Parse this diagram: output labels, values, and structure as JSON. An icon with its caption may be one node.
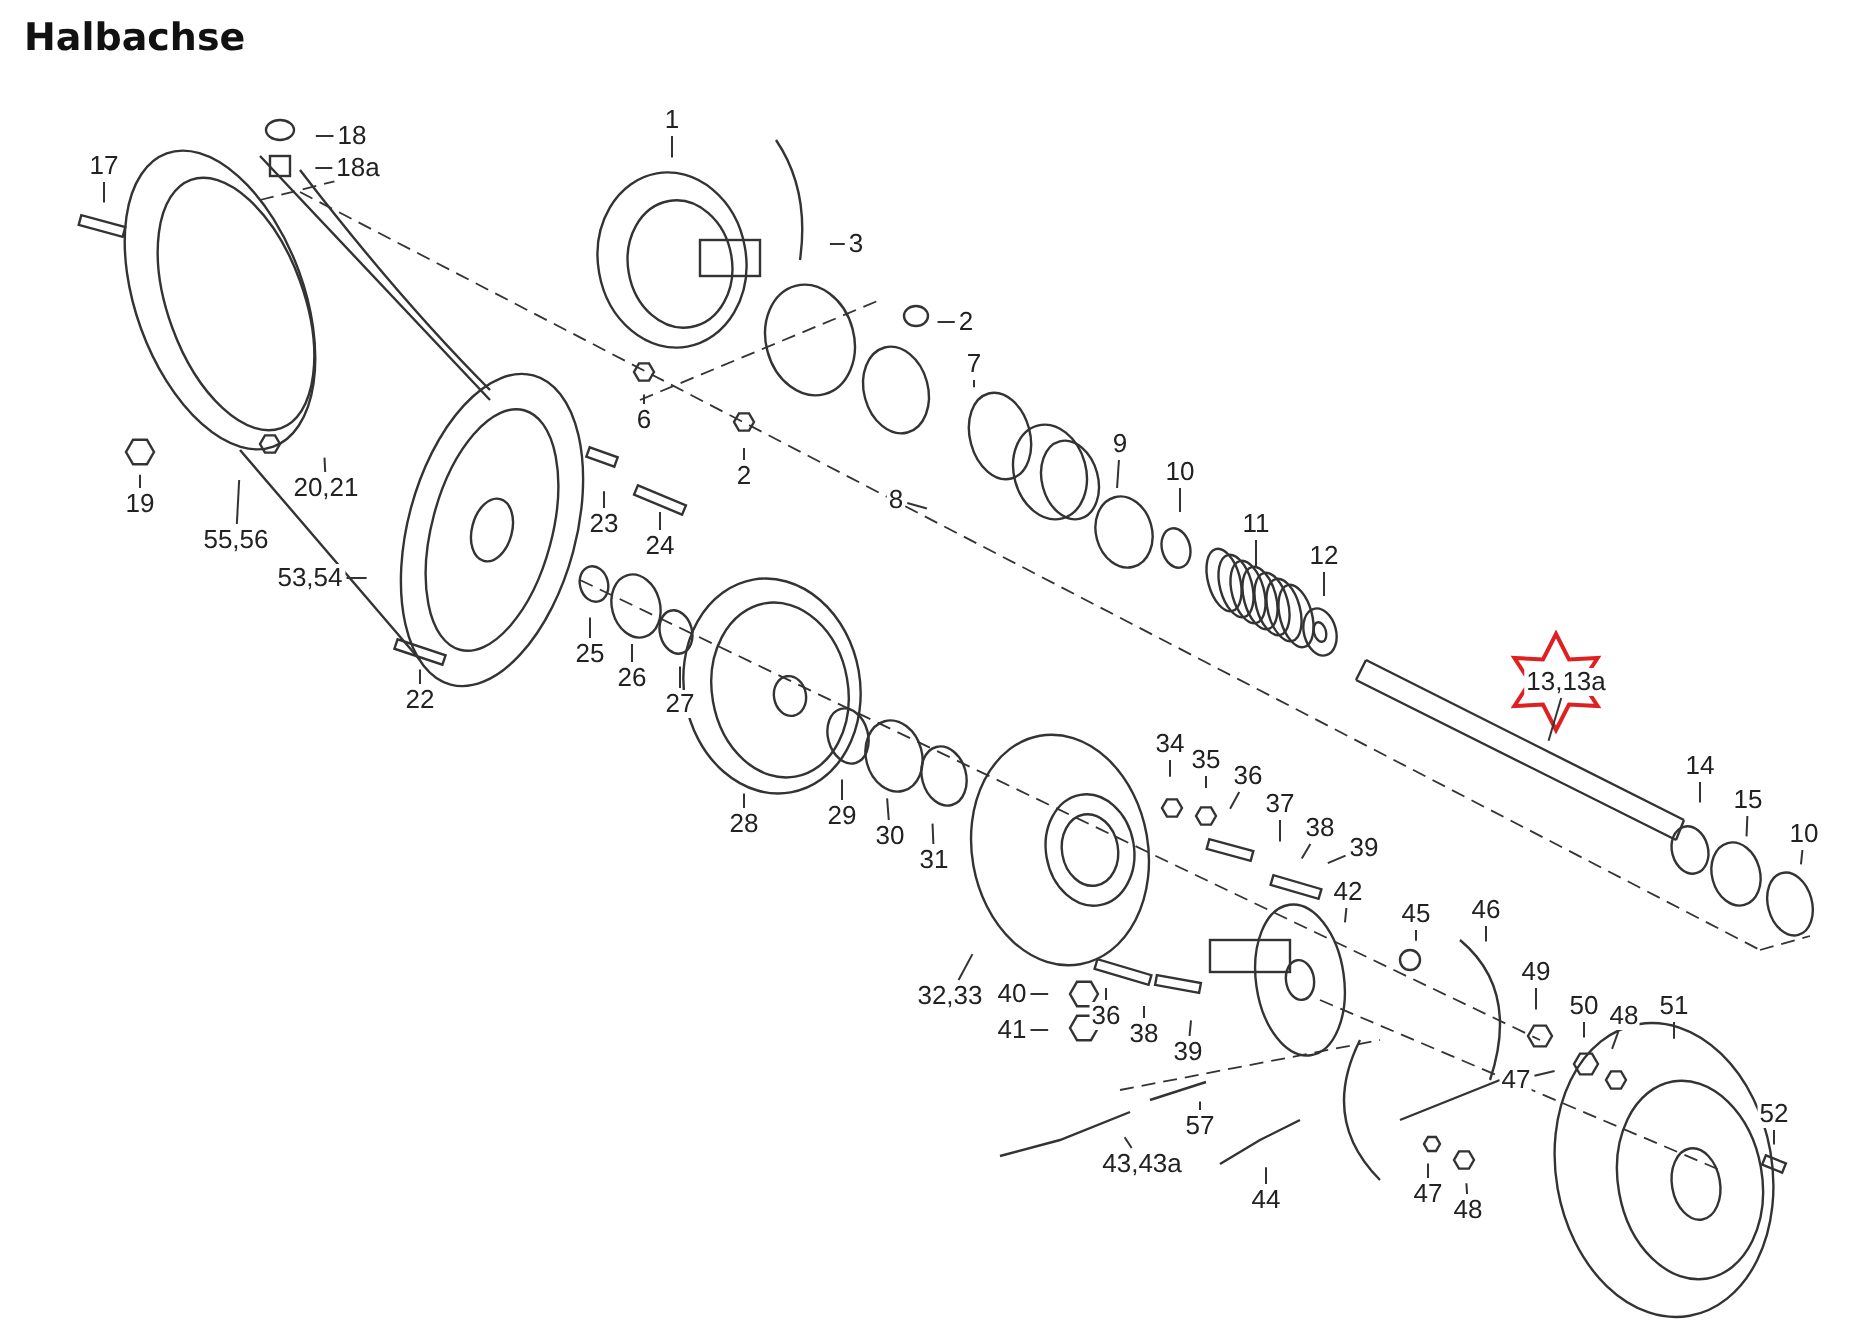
{
  "diagram": {
    "title": "Halbachse",
    "nodes": [
      {
        "text": [
          "1"
        ]
      },
      {
        "text": [
          "18"
        ]
      },
      {
        "text": [
          "18a"
        ]
      },
      {
        "text": [
          "17"
        ]
      },
      {
        "text": [
          "3"
        ]
      },
      {
        "text": [
          "2"
        ]
      },
      {
        "text": [
          "7"
        ]
      },
      {
        "text": [
          "6"
        ]
      },
      {
        "text": [
          "19"
        ]
      },
      {
        "text": [
          "20,21"
        ]
      },
      {
        "text": [
          "2"
        ]
      },
      {
        "text": [
          "8"
        ]
      },
      {
        "text": [
          "9"
        ]
      },
      {
        "text": [
          "10"
        ]
      },
      {
        "text": [
          "11"
        ]
      },
      {
        "text": [
          "12"
        ]
      },
      {
        "text": [
          "55,56"
        ]
      },
      {
        "text": [
          "53,54"
        ]
      },
      {
        "text": [
          "23"
        ]
      },
      {
        "text": [
          "24"
        ]
      },
      {
        "text": [
          "22"
        ]
      },
      {
        "text": [
          "25"
        ]
      },
      {
        "text": [
          "26"
        ]
      },
      {
        "text": [
          "27"
        ]
      },
      {
        "text": [
          "13,13a"
        ]
      },
      {
        "text": [
          "28"
        ]
      },
      {
        "text": [
          "29"
        ]
      },
      {
        "text": [
          "30"
        ]
      },
      {
        "text": [
          "31"
        ]
      },
      {
        "text": [
          "14"
        ]
      },
      {
        "text": [
          "15"
        ]
      },
      {
        "text": [
          "10"
        ]
      },
      {
        "text": [
          "34"
        ]
      },
      {
        "text": [
          "35"
        ]
      },
      {
        "text": [
          "36"
        ]
      },
      {
        "text": [
          "37"
        ]
      },
      {
        "text": [
          "38"
        ]
      },
      {
        "text": [
          "39"
        ]
      },
      {
        "text": [
          "42"
        ]
      },
      {
        "text": [
          "45"
        ]
      },
      {
        "text": [
          "46"
        ]
      },
      {
        "text": [
          "32,33"
        ]
      },
      {
        "text": [
          "40"
        ]
      },
      {
        "text": [
          "41"
        ]
      },
      {
        "text": [
          "36"
        ]
      },
      {
        "text": [
          "38"
        ]
      },
      {
        "text": [
          "39"
        ]
      },
      {
        "text": [
          "49"
        ]
      },
      {
        "text": [
          "50"
        ]
      },
      {
        "text": [
          "48"
        ]
      },
      {
        "text": [
          "51"
        ]
      },
      {
        "text": [
          "47"
        ]
      },
      {
        "text": [
          "57"
        ]
      },
      {
        "text": [
          "43,43a"
        ]
      },
      {
        "text": [
          "44"
        ]
      },
      {
        "text": [
          "52"
        ]
      },
      {
        "text": [
          "47"
        ]
      },
      {
        "text": [
          "48"
        ]
      }
    ],
    "edges": [
      {
        "from": 0,
        "to": null,
        "arrow": "none"
      },
      {
        "from": 1,
        "to": null,
        "arrow": "none"
      },
      {
        "from": 2,
        "to": null,
        "arrow": "none"
      },
      {
        "from": 3,
        "to": null,
        "arrow": "none"
      },
      {
        "from": 4,
        "to": null,
        "arrow": "none"
      },
      {
        "from": 5,
        "to": null,
        "arrow": "none"
      },
      {
        "from": 6,
        "to": null,
        "arrow": "none"
      },
      {
        "from": 7,
        "to": null,
        "arrow": "none"
      },
      {
        "from": 8,
        "to": null,
        "arrow": "none"
      },
      {
        "from": 9,
        "to": null,
        "arrow": "none"
      },
      {
        "from": 10,
        "to": null,
        "arrow": "none"
      },
      {
        "from": 11,
        "to": null,
        "arrow": "none"
      },
      {
        "from": 12,
        "to": null,
        "arrow": "none"
      },
      {
        "from": 13,
        "to": null,
        "arrow": "none"
      },
      {
        "from": 14,
        "to": null,
        "arrow": "none"
      },
      {
        "from": 15,
        "to": null,
        "arrow": "none"
      },
      {
        "from": 16,
        "to": null,
        "arrow": "none"
      },
      {
        "from": 17,
        "to": null,
        "arrow": "none"
      },
      {
        "from": 18,
        "to": null,
        "arrow": "none"
      },
      {
        "from": 19,
        "to": null,
        "arrow": "none"
      },
      {
        "from": 20,
        "to": null,
        "arrow": "none"
      },
      {
        "from": 21,
        "to": null,
        "arrow": "none"
      },
      {
        "from": 22,
        "to": null,
        "arrow": "none"
      },
      {
        "from": 23,
        "to": null,
        "arrow": "none"
      },
      {
        "from": 24,
        "to": null,
        "arrow": "none"
      },
      {
        "from": 25,
        "to": null,
        "arrow": "none"
      },
      {
        "from": 26,
        "to": null,
        "arrow": "none"
      },
      {
        "from": 27,
        "to": null,
        "arrow": "none"
      },
      {
        "from": 28,
        "to": null,
        "arrow": "none"
      },
      {
        "from": 29,
        "to": null,
        "arrow": "none"
      },
      {
        "from": 30,
        "to": null,
        "arrow": "none"
      },
      {
        "from": 31,
        "to": null,
        "arrow": "none"
      },
      {
        "from": 32,
        "to": null,
        "arrow": "none"
      },
      {
        "from": 33,
        "to": null,
        "arrow": "none"
      },
      {
        "from": 34,
        "to": null,
        "arrow": "none"
      },
      {
        "from": 35,
        "to": null,
        "arrow": "none"
      },
      {
        "from": 36,
        "to": null,
        "arrow": "none"
      },
      {
        "from": 37,
        "to": null,
        "arrow": "none"
      },
      {
        "from": 38,
        "to": null,
        "arrow": "none"
      },
      {
        "from": 39,
        "to": null,
        "arrow": "none"
      },
      {
        "from": 40,
        "to": null,
        "arrow": "none"
      },
      {
        "from": 41,
        "to": null,
        "arrow": "none"
      },
      {
        "from": 42,
        "to": null,
        "arrow": "none"
      },
      {
        "from": 43,
        "to": null,
        "arrow": "none"
      },
      {
        "from": 44,
        "to": null,
        "arrow": "none"
      },
      {
        "from": 45,
        "to": null,
        "arrow": "none"
      },
      {
        "from": 46,
        "to": null,
        "arrow": "none"
      },
      {
        "from": 47,
        "to": null,
        "arrow": "none"
      },
      {
        "from": 48,
        "to": null,
        "arrow": "none"
      },
      {
        "from": 49,
        "to": null,
        "arrow": "none"
      },
      {
        "from": 50,
        "to": null,
        "arrow": "none"
      },
      {
        "from": 51,
        "to": null,
        "arrow": "none"
      },
      {
        "from": 52,
        "to": null,
        "arrow": "none"
      },
      {
        "from": 53,
        "to": null,
        "arrow": "none"
      },
      {
        "from": 54,
        "to": null,
        "arrow": "none"
      },
      {
        "from": 55,
        "to": null,
        "arrow": "none"
      },
      {
        "from": 56,
        "to": null,
        "arrow": "none"
      },
      {
        "from": 57,
        "to": null,
        "arrow": "none"
      }
    ]
  }
}
